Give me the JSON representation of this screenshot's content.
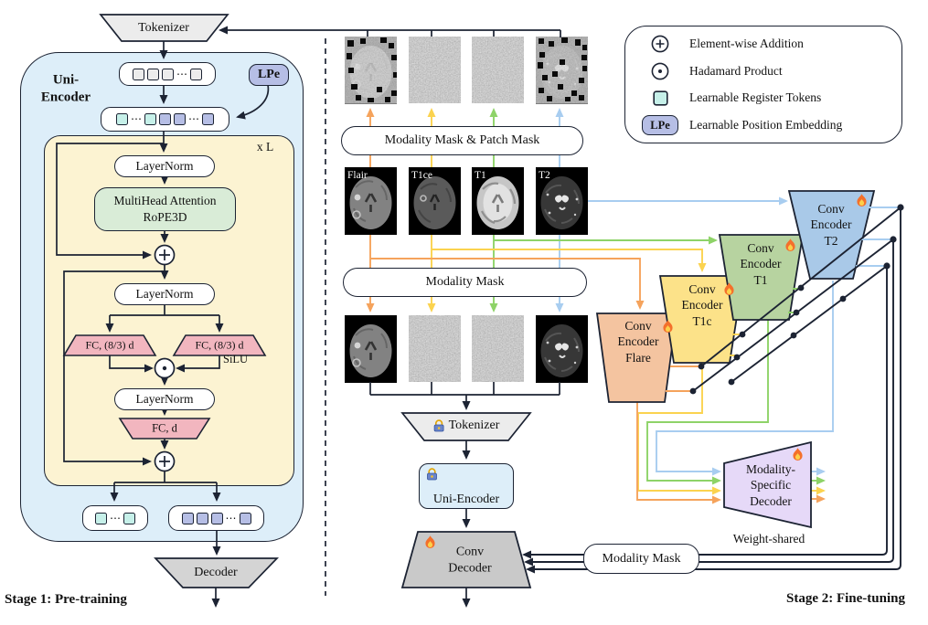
{
  "stage1": {
    "title": "Stage 1: Pre-training",
    "tokenizer_label": "Tokenizer",
    "encoder_name_line1": "Uni-",
    "encoder_name_line2": "Encoder",
    "lpe_label": "LPe",
    "repeat_label": "x L",
    "layernorm_label": "LayerNorm",
    "mha_line1": "MultiHead Attention",
    "mha_line2": "RoPE3D",
    "fc_gate_label": "FC, (8/3) d",
    "silu_label": "SiLU",
    "fc_out_label": "FC, d",
    "decoder_label": "Decoder"
  },
  "stage2": {
    "title": "Stage 2: Fine-tuning",
    "mask_patch_label": "Modality Mask & Patch Mask",
    "modality_mask_label": "Modality Mask",
    "modalities": [
      "Flair",
      "T1ce",
      "T1",
      "T2"
    ],
    "tokenizer_label": "Tokenizer",
    "uni_encoder_label": "Uni-Encoder",
    "conv_decoder_line1": "Conv",
    "conv_decoder_line2": "Decoder",
    "decoder_mask_label": "Modality Mask",
    "weight_shared_label": "Weight-shared",
    "encoders": [
      {
        "line1": "Conv",
        "line2": "Encoder",
        "line3": "Flare",
        "fill": "#f4c4a0"
      },
      {
        "line1": "Conv",
        "line2": "Encoder",
        "line3": "T1c",
        "fill": "#fce289"
      },
      {
        "line1": "Conv",
        "line2": "Encoder",
        "line3": "T1",
        "fill": "#b7d3a0"
      },
      {
        "line1": "Conv",
        "line2": "Encoder",
        "line3": "T2",
        "fill": "#a9c9e8"
      }
    ],
    "msd_line1": "Modality-",
    "msd_line2": "Specific",
    "msd_line3": "Decoder"
  },
  "legend": {
    "items": [
      {
        "symbol": "circle-plus-icon",
        "label": "Element-wise Addition"
      },
      {
        "symbol": "circle-dot-icon",
        "label": "Hadamard Product"
      },
      {
        "symbol": "register-token-icon",
        "label": "Learnable Register Tokens"
      },
      {
        "symbol": "lpe-icon",
        "label": "Learnable Position Embedding"
      }
    ],
    "lpe_label": "LPe"
  },
  "tokens": {
    "ellipsis": "⋯"
  },
  "colors": {
    "line_dark": "#1c2333",
    "orange": "#f5a35c",
    "yellow": "#fbd34f",
    "green": "#8ed368",
    "blue": "#a8cdf0",
    "encoder_bg": "#ddeef9",
    "block_bg": "#fcf3d2",
    "attention_bg": "#d9ecd7",
    "fc_bg": "#f2b6bf",
    "lpe_bg": "#b6bee5",
    "register_token": "#c6f0e9",
    "patch_token": "#b6bee5",
    "flare_fill": "#f4c4a0",
    "t1c_fill": "#fce289",
    "t1_fill": "#b7d3a0",
    "t2_fill": "#a9c9e8",
    "msd_fill": "#e6d9f8"
  }
}
